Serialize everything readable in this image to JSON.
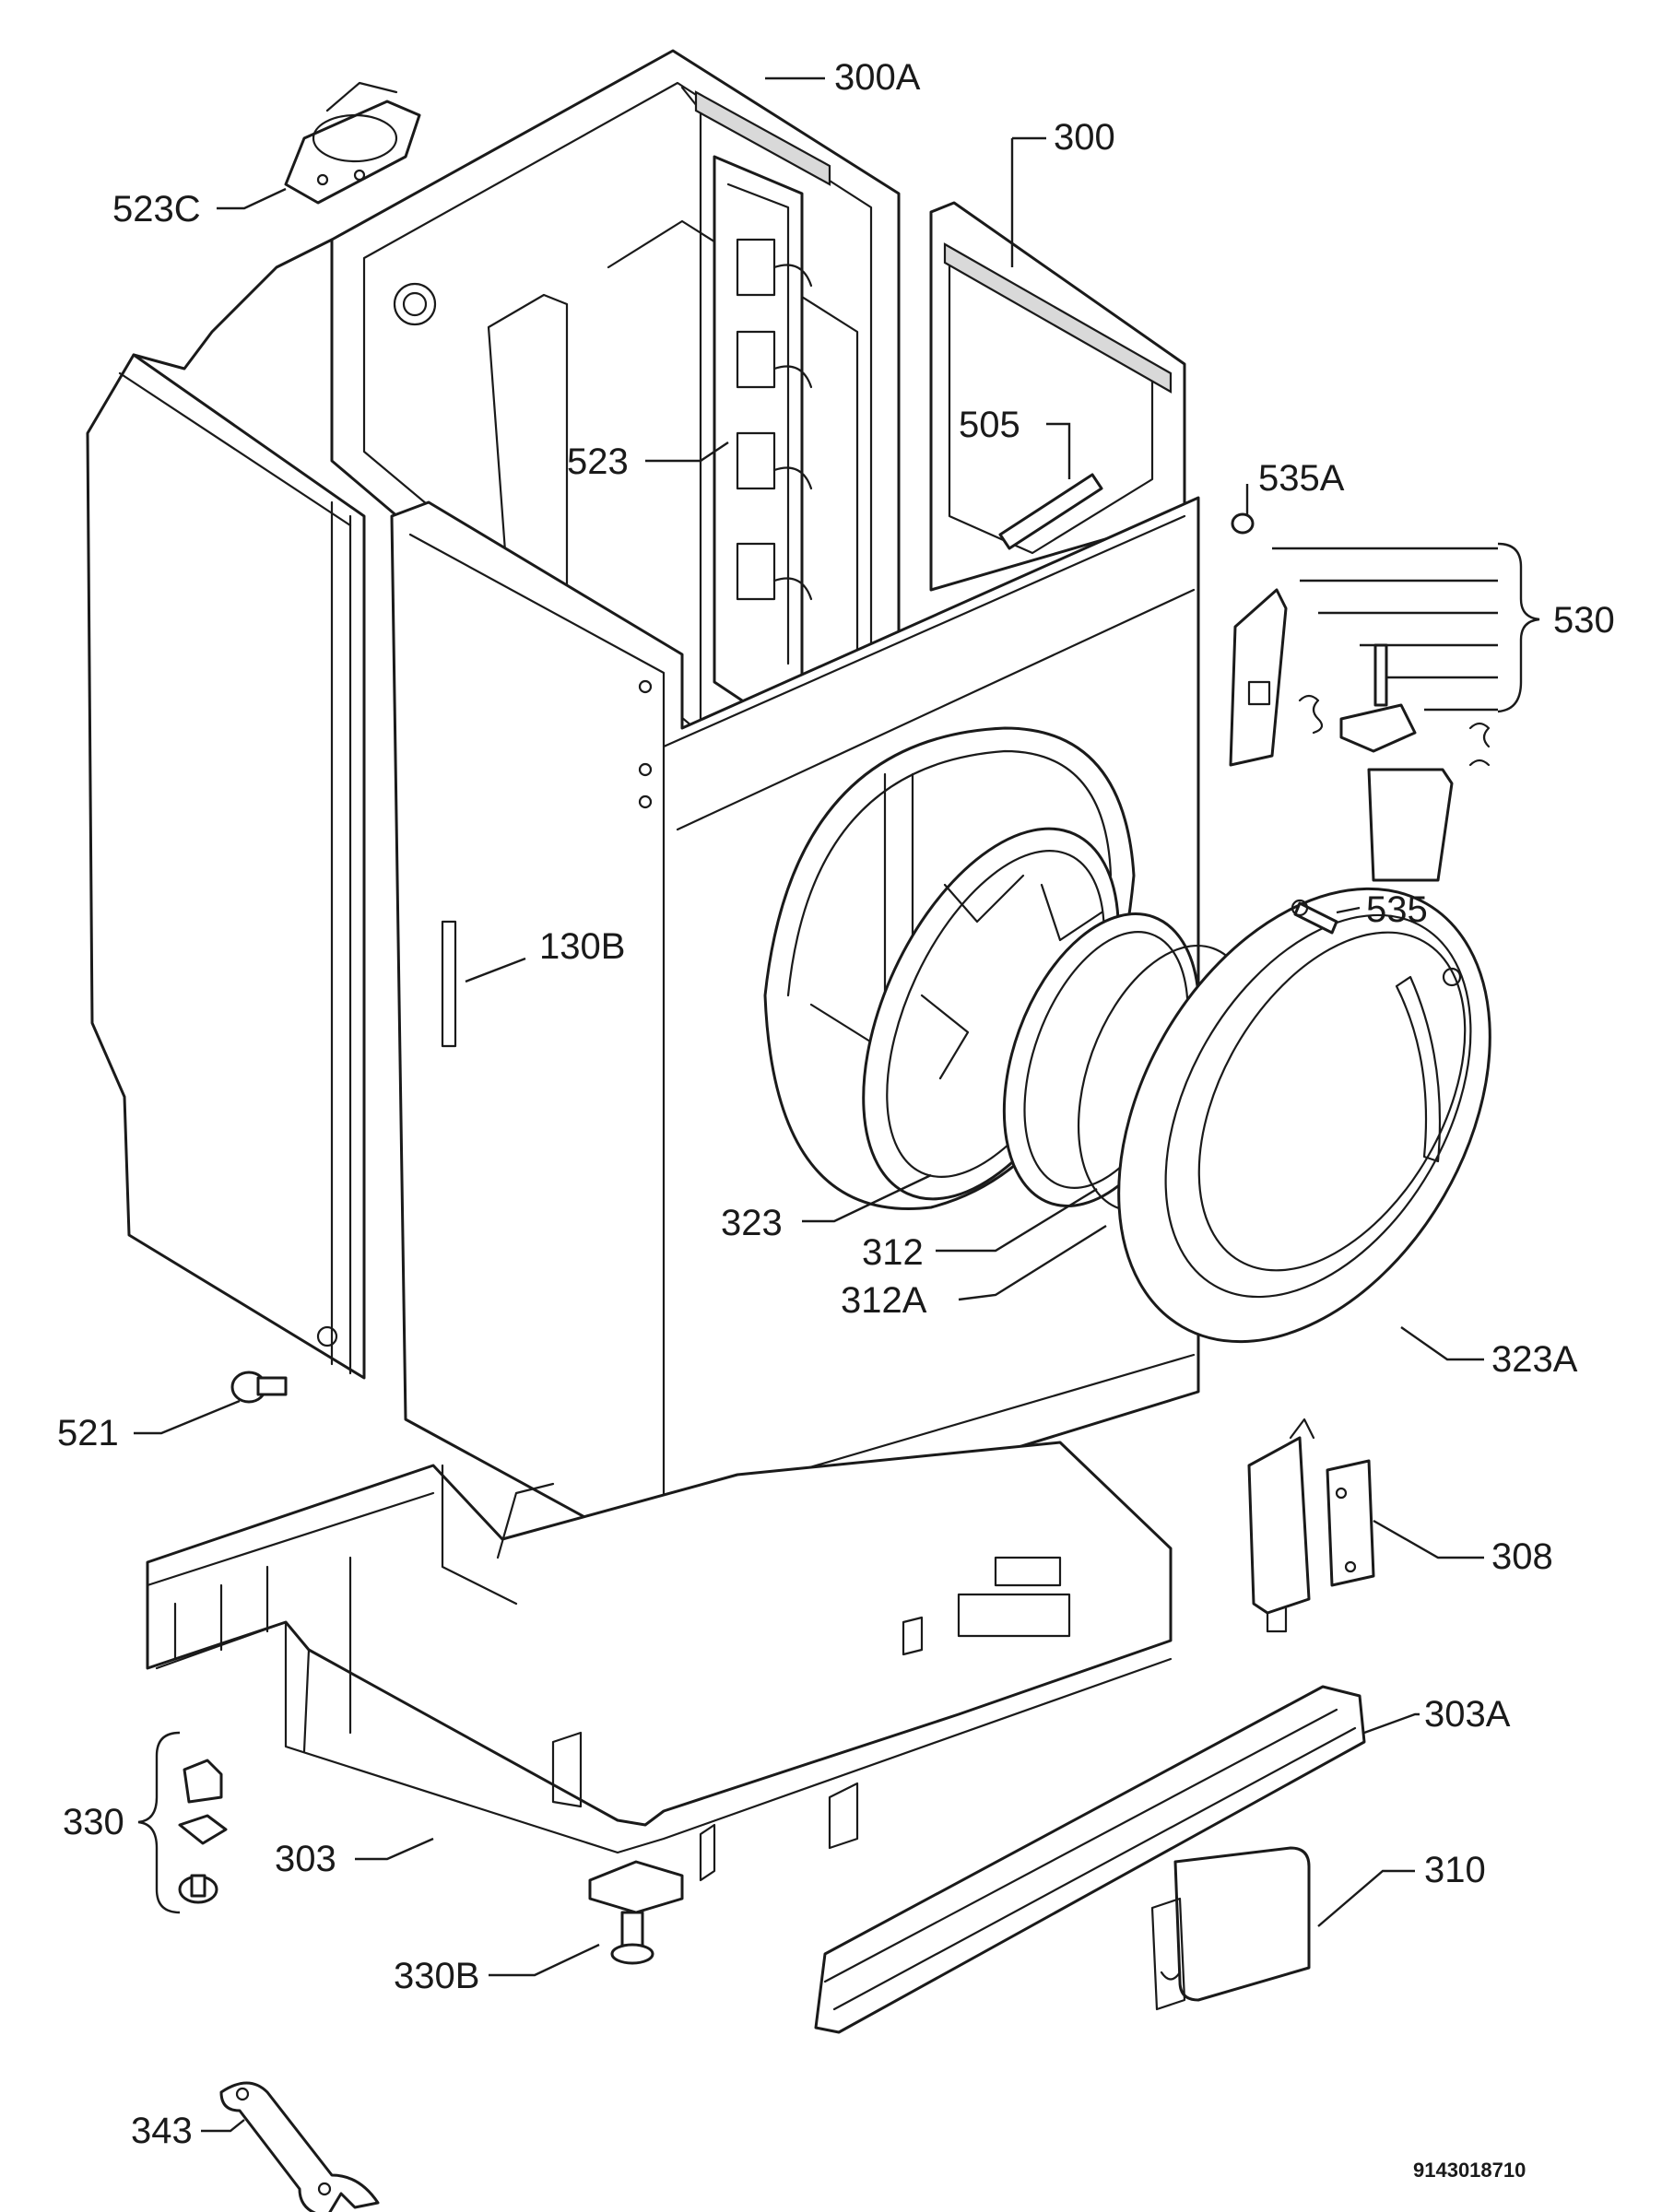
{
  "callouts": {
    "c300A": "300A",
    "c300": "300",
    "c523C": "523C",
    "c523": "523",
    "c505": "505",
    "c535A": "535A",
    "c530": "530",
    "c535": "535",
    "c130B": "130B",
    "c323": "323",
    "c312": "312",
    "c312A": "312A",
    "c323A": "323A",
    "c521": "521",
    "c308": "308",
    "c303A": "303A",
    "c330": "330",
    "c303": "303",
    "c310": "310",
    "c330B": "330B",
    "c343": "343"
  },
  "document_number": "9143018710",
  "colors": {
    "line": "#1a1a1a",
    "background": "#ffffff",
    "shade": "#d9d9d9"
  }
}
